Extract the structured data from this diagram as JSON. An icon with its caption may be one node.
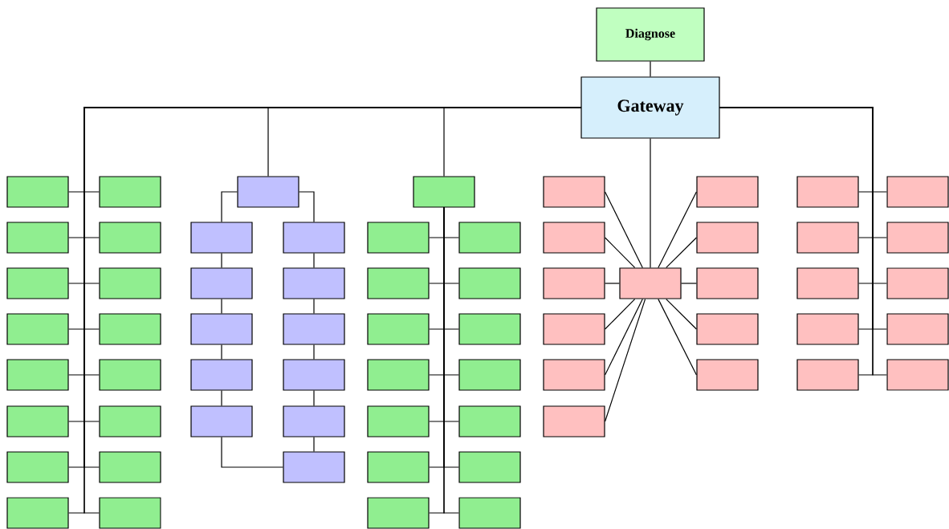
{
  "diagram": {
    "nodes": [
      {
        "text": [
          "Diagnose"
        ]
      },
      {
        "text": [
          "Gateway"
        ]
      },
      {
        "text": [],
        "shape": "box"
      },
      {
        "text": [],
        "shape": "box"
      },
      {
        "text": [],
        "shape": "box"
      },
      {
        "text": [],
        "shape": "box"
      },
      {
        "text": [],
        "shape": "box"
      },
      {
        "text": [],
        "shape": "box"
      },
      {
        "text": [],
        "shape": "box"
      },
      {
        "text": [],
        "shape": "box"
      },
      {
        "text": [],
        "shape": "box"
      },
      {
        "text": [],
        "shape": "box"
      },
      {
        "text": [],
        "shape": "box"
      },
      {
        "text": [],
        "shape": "box"
      },
      {
        "text": [],
        "shape": "box"
      },
      {
        "text": [],
        "shape": "box"
      },
      {
        "text": [],
        "shape": "box"
      },
      {
        "text": [],
        "shape": "box"
      },
      {
        "text": [],
        "shape": "box"
      },
      {
        "text": [],
        "shape": "box"
      },
      {
        "text": [],
        "shape": "box"
      },
      {
        "text": [],
        "shape": "box"
      },
      {
        "text": [],
        "shape": "box"
      },
      {
        "text": [],
        "shape": "box"
      },
      {
        "text": [],
        "shape": "box"
      },
      {
        "text": [],
        "shape": "box"
      },
      {
        "text": [],
        "shape": "box"
      },
      {
        "text": [],
        "shape": "box"
      },
      {
        "text": [],
        "shape": "box"
      },
      {
        "text": [],
        "shape": "box"
      },
      {
        "text": [],
        "shape": "box"
      },
      {
        "text": [],
        "shape": "box"
      },
      {
        "text": [],
        "shape": "box"
      },
      {
        "text": [],
        "shape": "box"
      },
      {
        "text": [],
        "shape": "box"
      },
      {
        "text": [],
        "shape": "box"
      },
      {
        "text": [],
        "shape": "box"
      },
      {
        "text": [],
        "shape": "box"
      },
      {
        "text": [],
        "shape": "box"
      },
      {
        "text": [],
        "shape": "box"
      },
      {
        "text": [],
        "shape": "box"
      },
      {
        "text": [],
        "shape": "box"
      },
      {
        "text": [],
        "shape": "box"
      },
      {
        "text": [],
        "shape": "box"
      },
      {
        "text": [],
        "shape": "box"
      },
      {
        "text": [],
        "shape": "box"
      },
      {
        "text": [],
        "shape": "box"
      },
      {
        "text": [],
        "shape": "box"
      },
      {
        "text": [],
        "shape": "box"
      },
      {
        "text": [],
        "shape": "box"
      },
      {
        "text": [],
        "shape": "box"
      },
      {
        "text": [],
        "shape": "box"
      },
      {
        "text": [],
        "shape": "box"
      },
      {
        "text": [],
        "shape": "box"
      },
      {
        "text": [],
        "shape": "box"
      },
      {
        "text": [],
        "shape": "box"
      },
      {
        "text": [],
        "shape": "box"
      },
      {
        "text": [],
        "shape": "box"
      },
      {
        "text": [],
        "shape": "box"
      },
      {
        "text": [],
        "shape": "box"
      },
      {
        "text": [],
        "shape": "box"
      },
      {
        "text": [],
        "shape": "box"
      },
      {
        "text": [],
        "shape": "box"
      },
      {
        "text": [],
        "shape": "box"
      },
      {
        "text": [],
        "shape": "box"
      },
      {
        "text": [],
        "shape": "box"
      },
      {
        "text": [],
        "shape": "box"
      }
    ],
    "edges": [
      {
        "from": 0,
        "to": 1,
        "arrow": "none"
      },
      {
        "from": 1,
        "to": 2,
        "arrow": "none"
      },
      {
        "from": 1,
        "to": 3,
        "arrow": "none"
      },
      {
        "from": 1,
        "to": 4,
        "arrow": "none"
      },
      {
        "from": 1,
        "to": 5,
        "arrow": "none"
      },
      {
        "from": 1,
        "to": 6,
        "arrow": "none"
      },
      {
        "from": 1,
        "to": 7,
        "arrow": "none"
      },
      {
        "from": 1,
        "to": 8,
        "arrow": "none"
      },
      {
        "from": 1,
        "to": 9,
        "arrow": "none"
      },
      {
        "from": 1,
        "to": 10,
        "arrow": "none"
      },
      {
        "from": 1,
        "to": 11,
        "arrow": "none"
      },
      {
        "from": 1,
        "to": 12,
        "arrow": "none"
      },
      {
        "from": 1,
        "to": 13,
        "arrow": "none"
      },
      {
        "from": 1,
        "to": 14,
        "arrow": "none"
      },
      {
        "from": 1,
        "to": 15,
        "arrow": "none"
      },
      {
        "from": 1,
        "to": 16,
        "arrow": "none"
      },
      {
        "from": 1,
        "to": 17,
        "arrow": "none"
      },
      {
        "from": 1,
        "to": 18,
        "arrow": "none"
      },
      {
        "from": 18,
        "to": 19,
        "arrow": "none"
      },
      {
        "from": 19,
        "to": 20,
        "arrow": "none"
      },
      {
        "from": 20,
        "to": 21,
        "arrow": "none"
      },
      {
        "from": 21,
        "to": 22,
        "arrow": "none"
      },
      {
        "from": 22,
        "to": 23,
        "arrow": "none"
      },
      {
        "from": 23,
        "to": 29,
        "arrow": "none"
      },
      {
        "from": 18,
        "to": 24,
        "arrow": "none"
      },
      {
        "from": 24,
        "to": 25,
        "arrow": "none"
      },
      {
        "from": 25,
        "to": 26,
        "arrow": "none"
      },
      {
        "from": 26,
        "to": 27,
        "arrow": "none"
      },
      {
        "from": 27,
        "to": 28,
        "arrow": "none"
      },
      {
        "from": 28,
        "to": 29,
        "arrow": "none"
      },
      {
        "from": 1,
        "to": 30,
        "arrow": "none"
      },
      {
        "from": 30,
        "to": 31,
        "arrow": "none"
      },
      {
        "from": 30,
        "to": 32,
        "arrow": "none"
      },
      {
        "from": 30,
        "to": 33,
        "arrow": "none"
      },
      {
        "from": 30,
        "to": 34,
        "arrow": "none"
      },
      {
        "from": 30,
        "to": 35,
        "arrow": "none"
      },
      {
        "from": 30,
        "to": 36,
        "arrow": "none"
      },
      {
        "from": 30,
        "to": 37,
        "arrow": "none"
      },
      {
        "from": 30,
        "to": 38,
        "arrow": "none"
      },
      {
        "from": 30,
        "to": 39,
        "arrow": "none"
      },
      {
        "from": 30,
        "to": 40,
        "arrow": "none"
      },
      {
        "from": 30,
        "to": 41,
        "arrow": "none"
      },
      {
        "from": 30,
        "to": 42,
        "arrow": "none"
      },
      {
        "from": 30,
        "to": 43,
        "arrow": "none"
      },
      {
        "from": 30,
        "to": 44,
        "arrow": "none"
      },
      {
        "from": 1,
        "to": 51,
        "arrow": "none"
      },
      {
        "from": 51,
        "to": 45,
        "arrow": "none"
      },
      {
        "from": 51,
        "to": 46,
        "arrow": "none"
      },
      {
        "from": 51,
        "to": 47,
        "arrow": "none"
      },
      {
        "from": 51,
        "to": 48,
        "arrow": "none"
      },
      {
        "from": 51,
        "to": 49,
        "arrow": "none"
      },
      {
        "from": 51,
        "to": 50,
        "arrow": "none"
      },
      {
        "from": 51,
        "to": 52,
        "arrow": "none"
      },
      {
        "from": 51,
        "to": 53,
        "arrow": "none"
      },
      {
        "from": 51,
        "to": 54,
        "arrow": "none"
      },
      {
        "from": 51,
        "to": 55,
        "arrow": "none"
      },
      {
        "from": 51,
        "to": 56,
        "arrow": "none"
      },
      {
        "from": 1,
        "to": 57,
        "arrow": "none"
      },
      {
        "from": 1,
        "to": 58,
        "arrow": "none"
      },
      {
        "from": 1,
        "to": 59,
        "arrow": "none"
      },
      {
        "from": 1,
        "to": 60,
        "arrow": "none"
      },
      {
        "from": 1,
        "to": 61,
        "arrow": "none"
      },
      {
        "from": 1,
        "to": 62,
        "arrow": "none"
      },
      {
        "from": 1,
        "to": 63,
        "arrow": "none"
      },
      {
        "from": 1,
        "to": 64,
        "arrow": "none"
      },
      {
        "from": 1,
        "to": 65,
        "arrow": "none"
      },
      {
        "from": 1,
        "to": 66,
        "arrow": "none"
      }
    ]
  }
}
